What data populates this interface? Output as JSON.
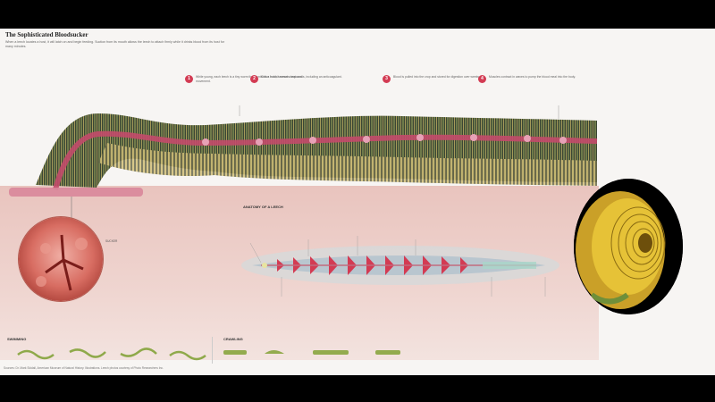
{
  "graphic": {
    "title": "The Sophisticated Bloodsucker",
    "intro": "When a leech locates a host, it will latch on and begin feeding. Suction from its mouth allows the leech to attach firmly while it drinks blood from its host for many minutes.",
    "steps": [
      {
        "num": "1",
        "text": "While young, each leech is a tiny worm that hunts for a host; it senses heat and movement."
      },
      {
        "num": "2",
        "text": "Saliva holds several compounds, including an anticoagulant."
      },
      {
        "num": "3",
        "text": "Blood is pulled into the crop and stored for digestion over weeks."
      },
      {
        "num": "4",
        "text": "Muscles contract in waves to pump the blood meal into the body."
      }
    ],
    "anatomy_title": "ANATOMY OF A LEECH",
    "closeup_caption": "SUCKER",
    "swimming_label": "SWIMMING",
    "crawling_label": "CRAWLING",
    "credit": "Sources: Dr. Mark Siddall, American Museum of Natural History. Illustrations. Leech photos courtesy of Photo Researchers Inc."
  },
  "colors": {
    "background": "#f7f5f3",
    "accent": "#d33b53",
    "soil": "#e9c4be",
    "worm_body": "#2f3a2c",
    "worm_band": "#c34a6a",
    "sucker_yellow": "#e6c237"
  },
  "icons": {
    "step_marker": "numbered-circle-icon"
  }
}
